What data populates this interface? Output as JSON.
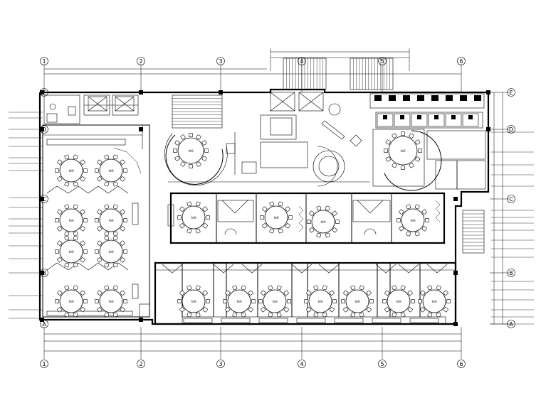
{
  "grid": {
    "columns": [
      "1",
      "2",
      "3",
      "4",
      "5",
      "6"
    ],
    "rows": [
      "E",
      "D",
      "C",
      "B",
      "A"
    ]
  },
  "room_label_text": "包间"
}
